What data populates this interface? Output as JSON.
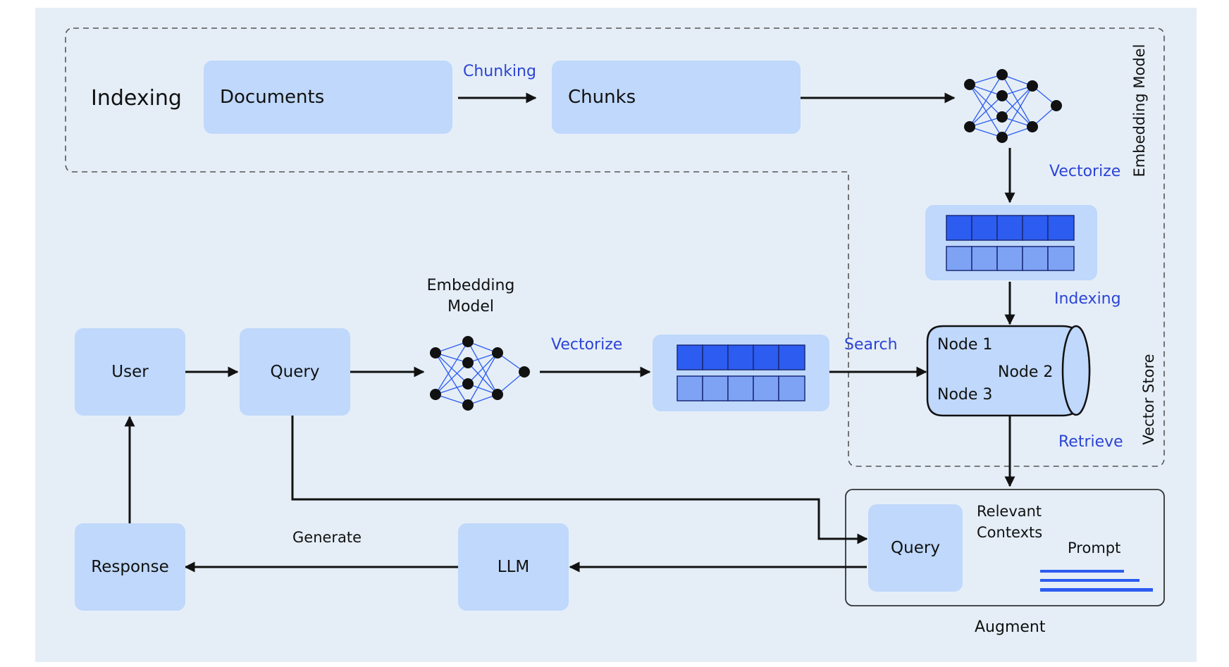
{
  "indexing_title": "Indexing",
  "documents": "Documents",
  "chunking": "Chunking",
  "chunks": "Chunks",
  "embedding_model_vertical": "Embedding Model",
  "vectorize_top": "Vectorize",
  "indexing_label": "Indexing",
  "embedding_model_line1": "Embedding",
  "embedding_model_line2": "Model",
  "vectorize_mid": "Vectorize",
  "search": "Search",
  "user": "User",
  "query": "Query",
  "node1": "Node 1",
  "node2": "Node 2",
  "node3": "Node 3",
  "retrieve": "Retrieve",
  "vector_store": "Vector Store",
  "augment_query": "Query",
  "relevant_line1": "Relevant",
  "relevant_line2": "Contexts",
  "prompt": "Prompt",
  "augment": "Augment",
  "generate": "Generate",
  "llm": "LLM",
  "response": "Response",
  "colors": {
    "background": "#e5eef7",
    "box": "#bfd8fb",
    "accent_blue": "#2c5cf0",
    "light_blue": "#7ea3f5",
    "label_blue": "#2c44d6",
    "line": "#111111"
  }
}
